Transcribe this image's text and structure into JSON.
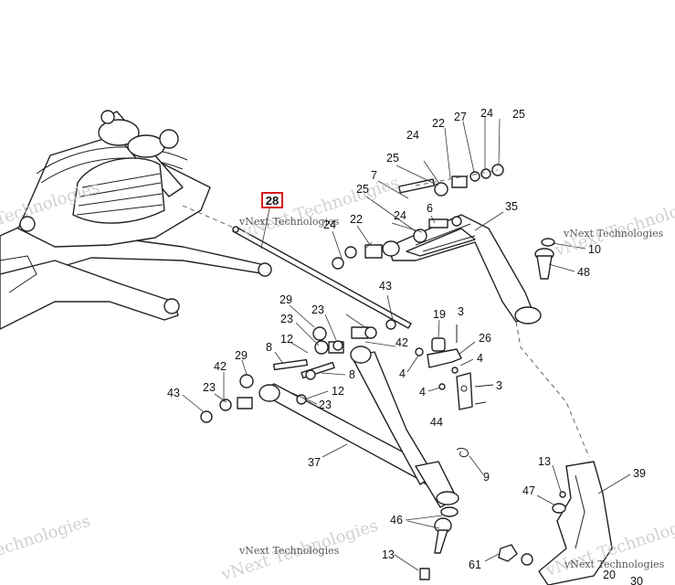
{
  "watermark": {
    "brand_big": "vNext Technologies",
    "brand_small": "vNext Technologies"
  },
  "highlighted_callout": "28",
  "colors": {
    "highlight": "#d41c1c",
    "line": "#222222",
    "watermark": "#c9c9c9"
  },
  "callouts": [
    "25",
    "24",
    "22",
    "27",
    "24",
    "25",
    "7",
    "25",
    "22",
    "24",
    "6",
    "35",
    "10",
    "48",
    "24",
    "43",
    "29",
    "23",
    "23",
    "12",
    "8",
    "19",
    "3",
    "26",
    "42",
    "4",
    "4",
    "4",
    "3",
    "44",
    "8",
    "42",
    "29",
    "23",
    "12",
    "23",
    "43",
    "37",
    "9",
    "13",
    "47",
    "39",
    "46",
    "13",
    "61",
    "20",
    "30"
  ]
}
